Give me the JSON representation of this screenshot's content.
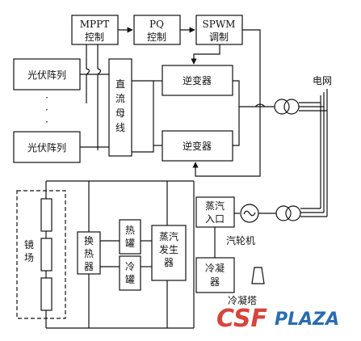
{
  "diagram": {
    "blocks": {
      "mppt_line1": "MPPT",
      "mppt_line2": "控制",
      "pq_line1": "PQ",
      "pq_line2": "控制",
      "spwm_line1": "SPWM",
      "spwm_line2": "调制",
      "pv_array_top": "光伏阵列",
      "pv_array_bottom": "光伏阵列",
      "dc_bus_1": "直",
      "dc_bus_2": "流",
      "dc_bus_3": "母",
      "dc_bus_4": "线",
      "inverter_top": "逆变器",
      "inverter_bottom": "逆变器",
      "grid": "电网",
      "mirror_field_1": "镜",
      "mirror_field_2": "场",
      "heat_exchanger_1": "换",
      "heat_exchanger_2": "热",
      "heat_exchanger_3": "器",
      "hot_tank_1": "热",
      "hot_tank_2": "罐",
      "cold_tank_1": "冷",
      "cold_tank_2": "罐",
      "steam_gen_1": "蒸汽",
      "steam_gen_2": "发生",
      "steam_gen_3": "器",
      "steam_inlet_1": "蒸汽",
      "steam_inlet_2": "入口",
      "turbine": "汽轮机",
      "condenser_1": "冷凝",
      "condenser_2": "器",
      "cooling_tower": "冷凝塔",
      "dots": "·"
    },
    "watermark": {
      "part1": "CSF",
      "part2": "PLAZA"
    },
    "colors": {
      "line": "#111111",
      "watermark_red": "#d6443b",
      "watermark_blue": "#2b6cb0"
    }
  }
}
